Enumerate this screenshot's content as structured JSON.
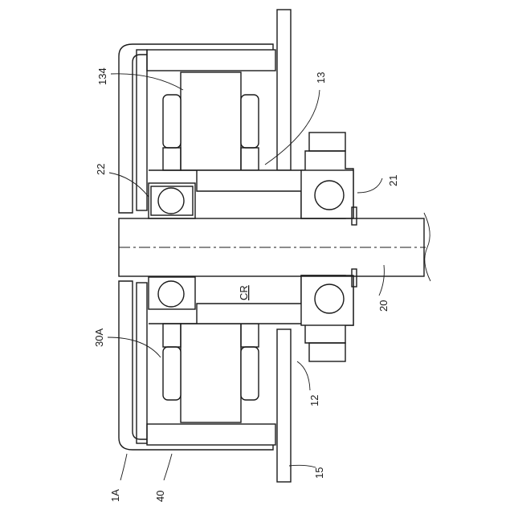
{
  "figure": {
    "labels": {
      "l134": "134",
      "l13": "13",
      "l22": "22",
      "l21": "21",
      "lCR": "CR",
      "l20": "20",
      "l30A": "30A",
      "l12": "12",
      "l1A": "1A",
      "l40": "40",
      "l15": "15"
    }
  }
}
